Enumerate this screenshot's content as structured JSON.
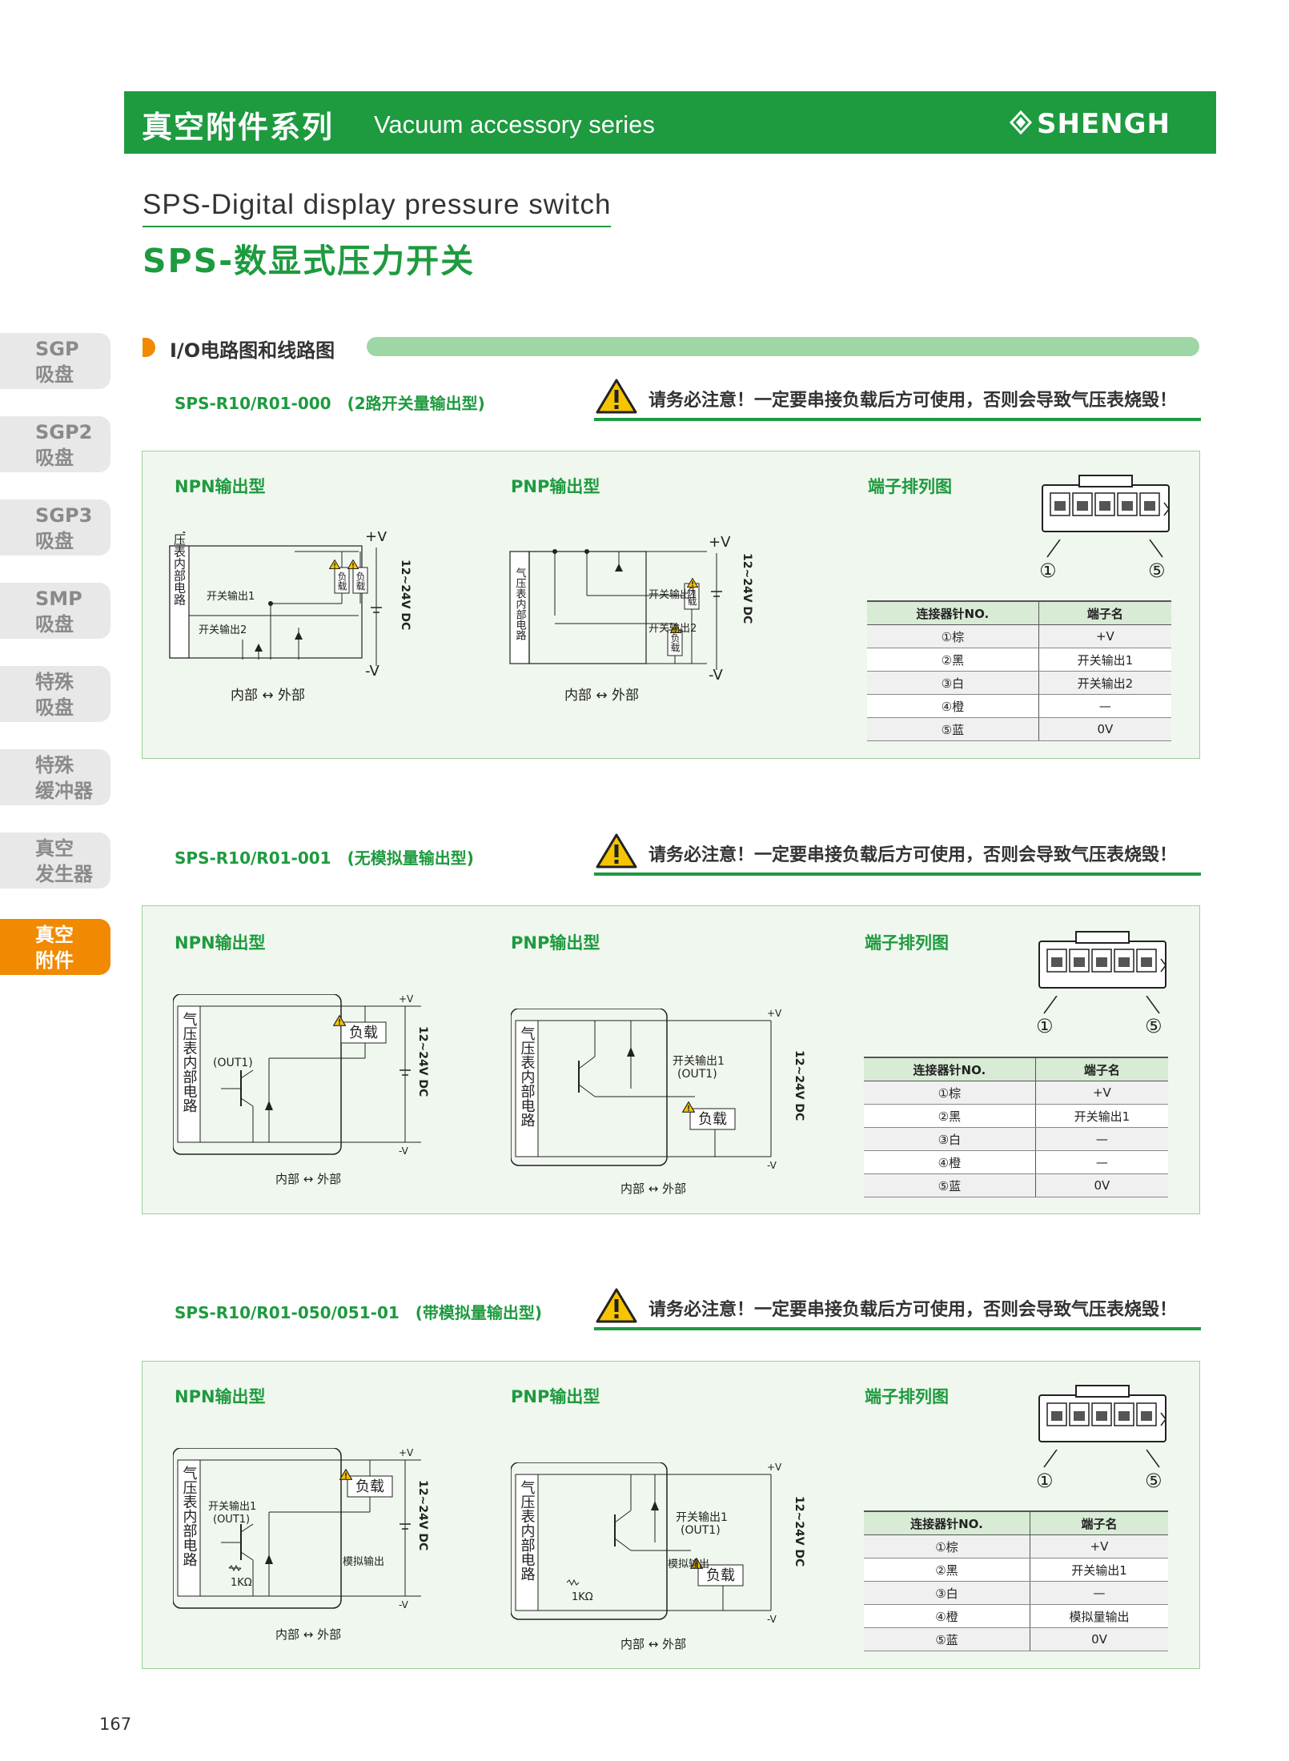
{
  "header": {
    "title_cn": "真空附件系列",
    "title_en": "Vacuum accessory series",
    "brand": "SHENGH",
    "accent": "#1e9a3f"
  },
  "product": {
    "title_en": "SPS-Digital display pressure switch",
    "title_cn": "SPS-数显式压力开关"
  },
  "sidebar": {
    "items": [
      {
        "label": "SGP\n吸盘"
      },
      {
        "label": "SGP2\n吸盘"
      },
      {
        "label": "SGP3\n吸盘"
      },
      {
        "label": "SMP\n吸盘"
      },
      {
        "label": "特殊\n吸盘"
      },
      {
        "label": "特殊\n缓冲器"
      },
      {
        "label": "真空\n发生器"
      },
      {
        "label": "真空\n附件"
      }
    ],
    "active_index": 7,
    "active_color": "#f18a00"
  },
  "section": {
    "title": "I/O电路图和线路图"
  },
  "warning_text": "请务必注意！一定要串接负载后方可使用，否则会导致气压表烧毁！",
  "labels": {
    "npn": "NPN输出型",
    "pnp": "PNP输出型",
    "pinout": "端子排列图",
    "inner_circuit": "气压表内部电路",
    "inside_outside": "内部 ↔ 外部",
    "voltage": "12~24V DC",
    "plus_v": "+V",
    "minus_v": "-V",
    "load": "负载",
    "out1": "开关输出1",
    "out2": "开关输出2",
    "out1_paren": "(OUT1)",
    "analog_out": "模拟输出",
    "resistor": "1KΩ",
    "pin1": "①",
    "pin5": "⑤"
  },
  "blocks": [
    {
      "model": "SPS-R10/R01-000　(2路开关量输出型)",
      "table": {
        "headers": [
          "连接器针NO.",
          "端子名"
        ],
        "rows": [
          [
            "①棕",
            "+V"
          ],
          [
            "②黑",
            "开关输出1"
          ],
          [
            "③白",
            "开关输出2"
          ],
          [
            "④橙",
            "—"
          ],
          [
            "⑤蓝",
            "0V"
          ]
        ]
      }
    },
    {
      "model": "SPS-R10/R01-001　(无模拟量输出型)",
      "table": {
        "headers": [
          "连接器针NO.",
          "端子名"
        ],
        "rows": [
          [
            "①棕",
            "+V"
          ],
          [
            "②黑",
            "开关输出1"
          ],
          [
            "③白",
            "—"
          ],
          [
            "④橙",
            "—"
          ],
          [
            "⑤蓝",
            "0V"
          ]
        ]
      }
    },
    {
      "model": "SPS-R10/R01-050/051-01　(带模拟量输出型)",
      "table": {
        "headers": [
          "连接器针NO.",
          "端子名"
        ],
        "rows": [
          [
            "①棕",
            "+V"
          ],
          [
            "②黑",
            "开关输出1"
          ],
          [
            "③白",
            "—"
          ],
          [
            "④橙",
            "模拟量输出"
          ],
          [
            "⑤蓝",
            "0V"
          ]
        ]
      }
    }
  ],
  "page_number": "167"
}
